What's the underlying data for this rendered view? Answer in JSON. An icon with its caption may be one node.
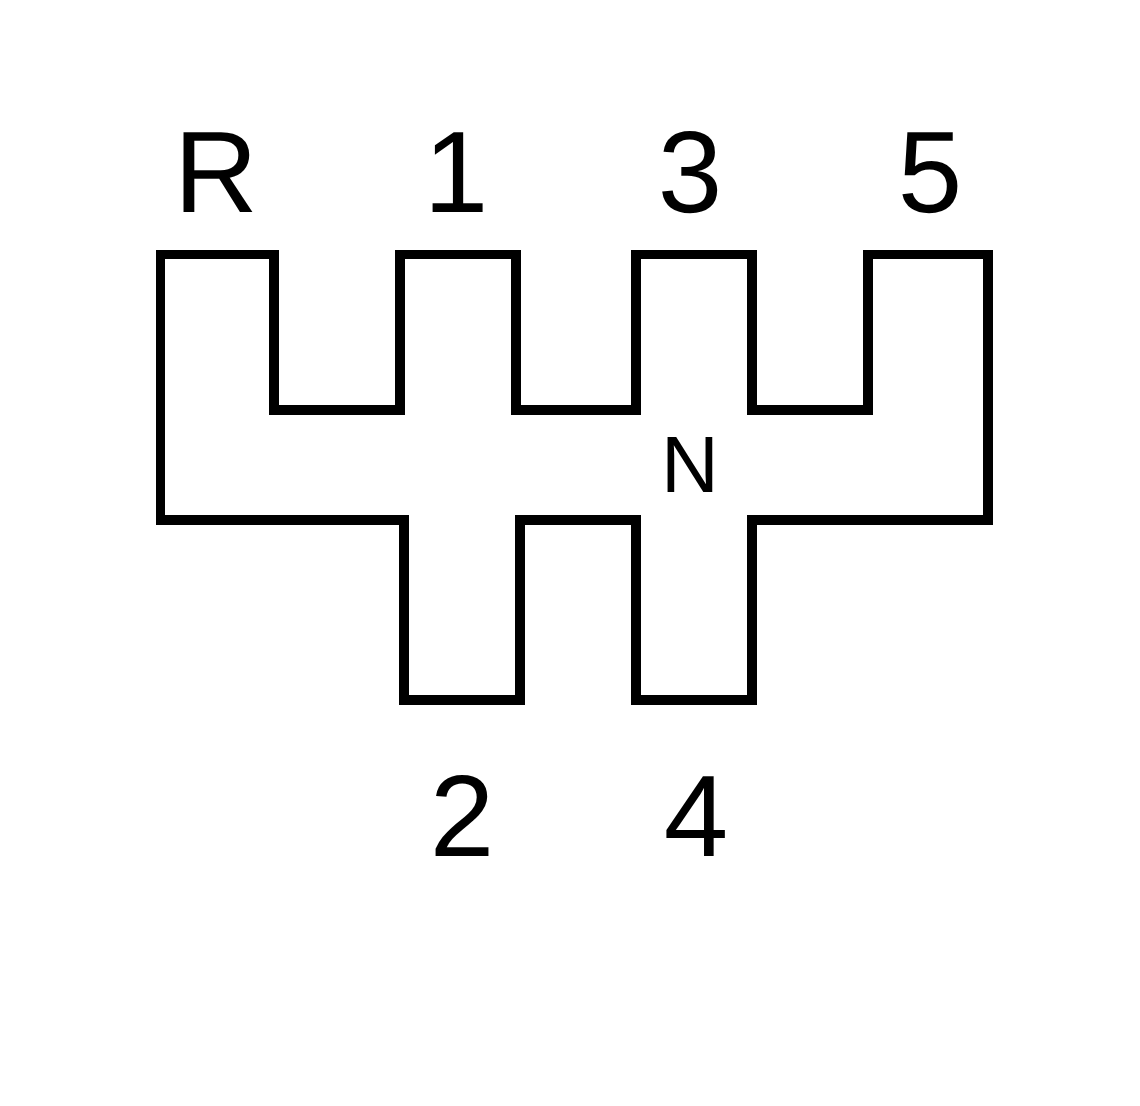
{
  "diagram": {
    "nodes": [
      {
        "text": [
          "N"
        ]
      }
    ],
    "labels": [
      "R",
      "1",
      "3",
      "5",
      "2",
      "4"
    ]
  }
}
